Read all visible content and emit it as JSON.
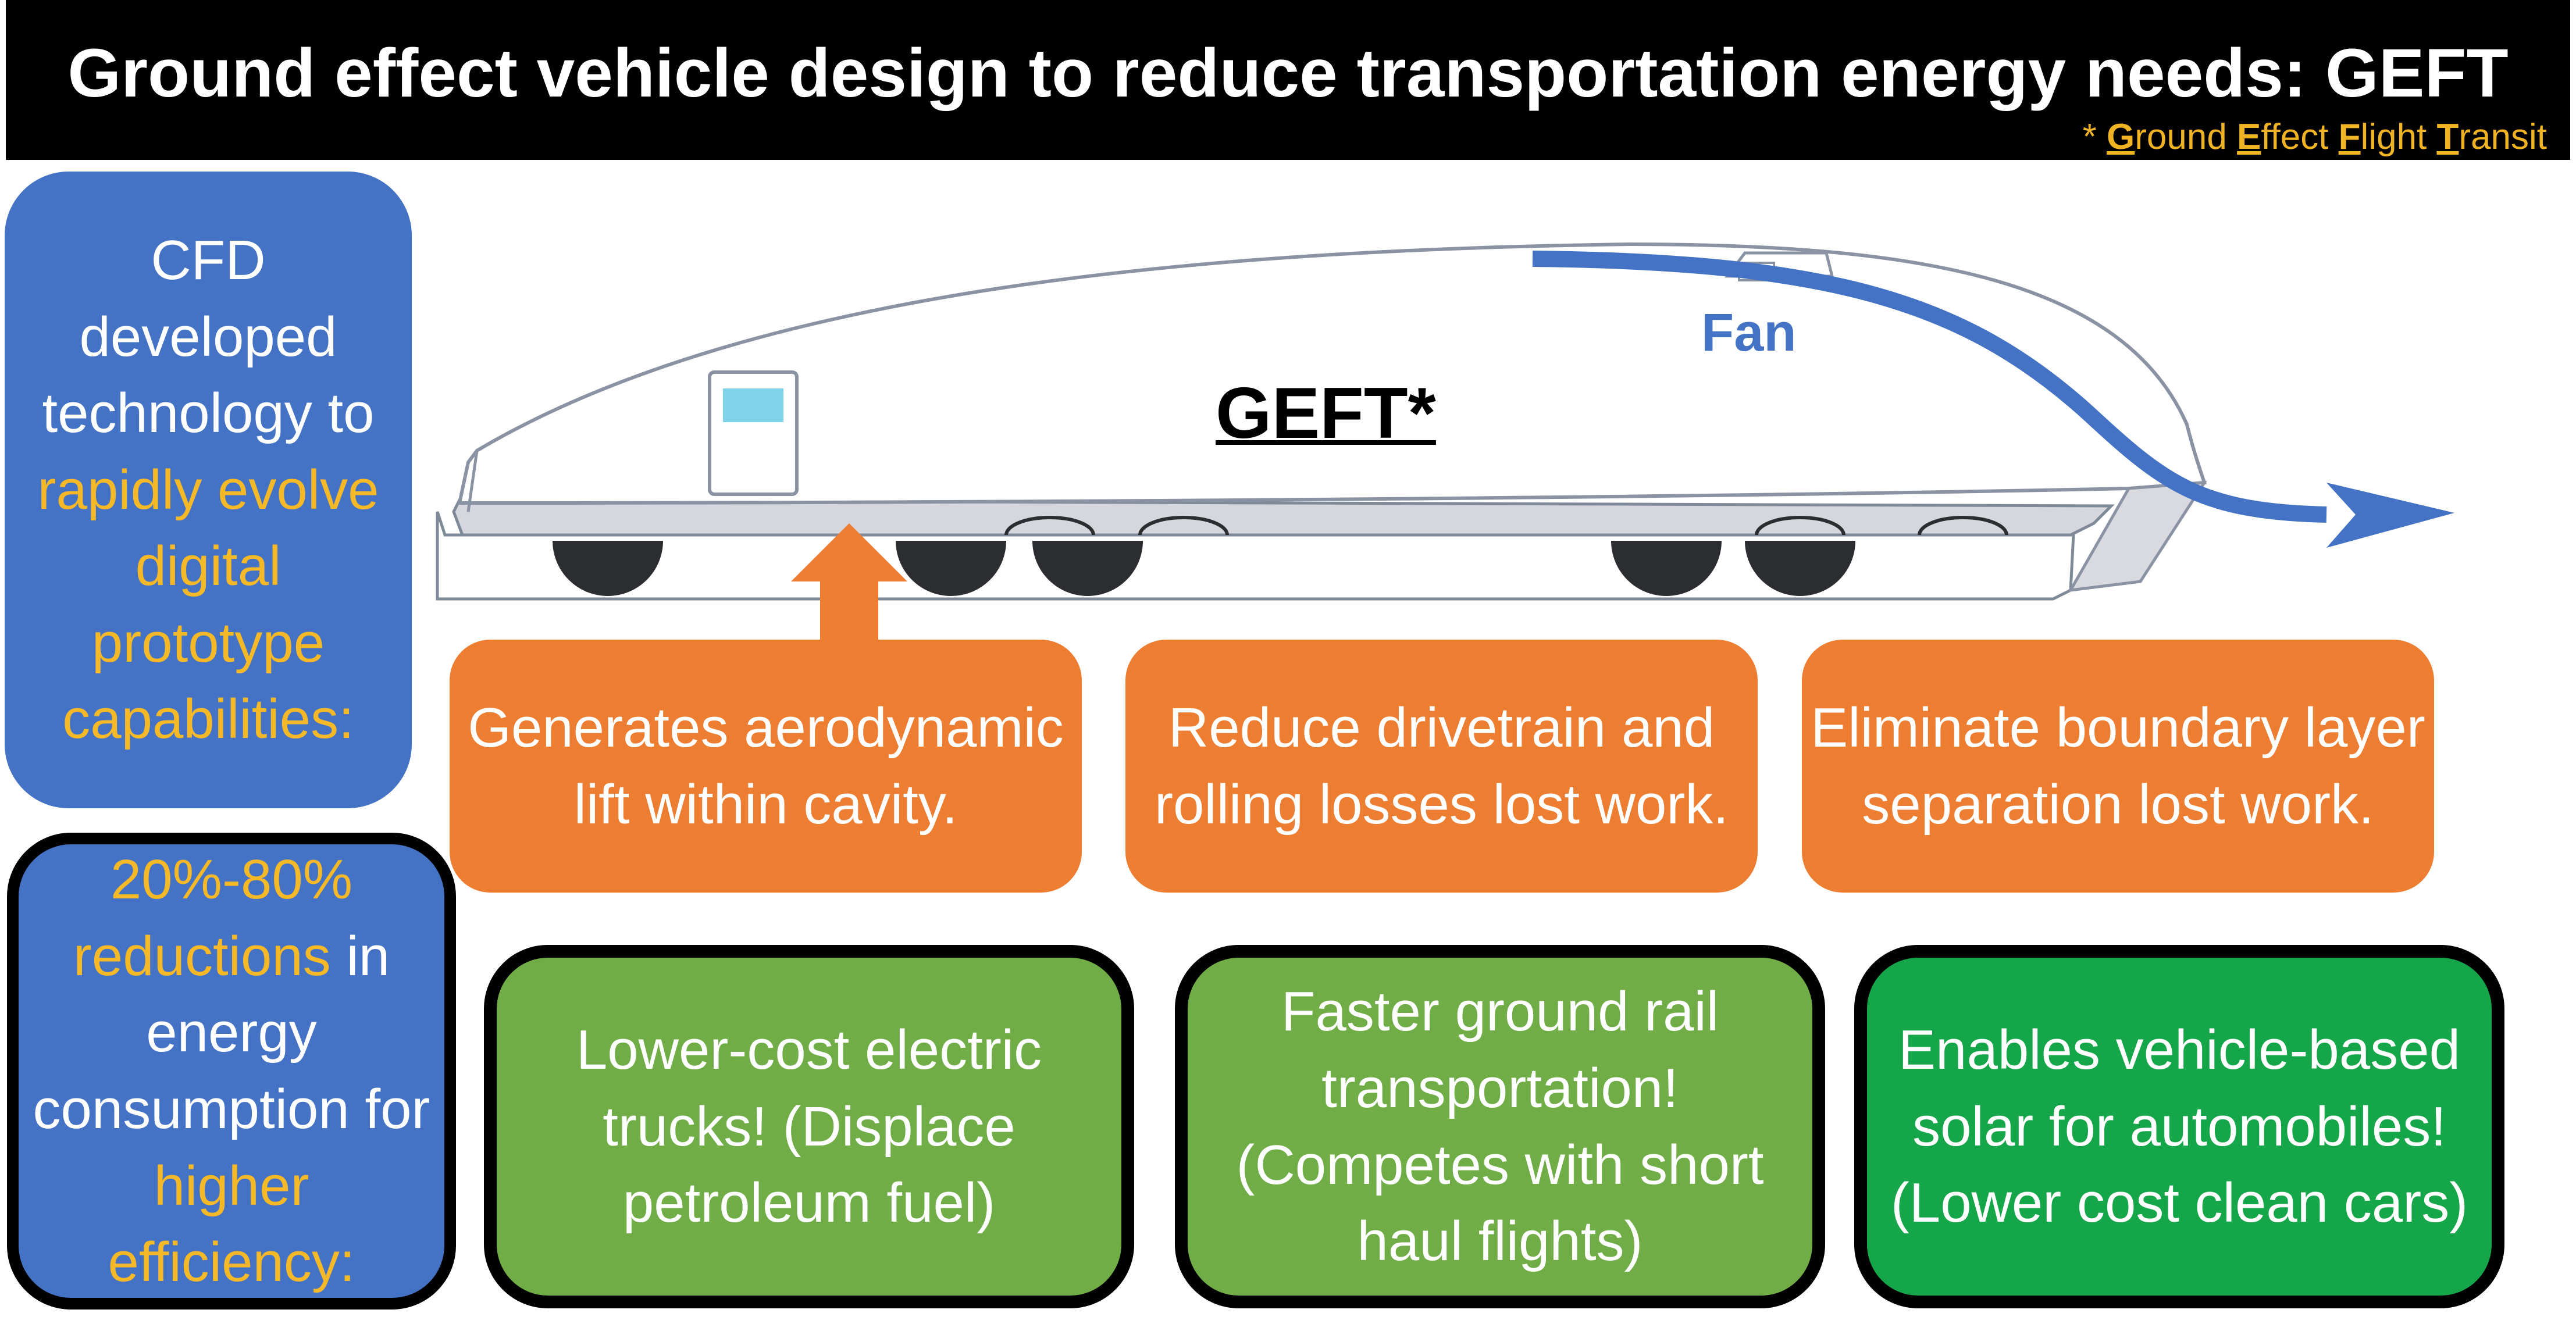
{
  "title": "Ground effect vehicle design to reduce transportation energy needs: GEFT",
  "subtitle": {
    "prefix": "* ",
    "parts": [
      {
        "first": "G",
        "rest": "round "
      },
      {
        "first": "E",
        "rest": "ffect "
      },
      {
        "first": "F",
        "rest": "light "
      },
      {
        "first": "T",
        "rest": "ransit"
      }
    ]
  },
  "left_panel": {
    "cfd": {
      "line1": "CFD developed technology to ",
      "highlight": "rapidly evolve digital prototype capabilities:"
    },
    "reduction": {
      "highlight1": "20%-80% reductions",
      "mid": " in energy consumption for ",
      "highlight2": "higher efficiency:"
    }
  },
  "diagram": {
    "vehicle_label": "GEFT*",
    "fan_label": "Fan"
  },
  "benefits": [
    "Generates aerodynamic lift within cavity.",
    "Reduce drivetrain and rolling losses lost work.",
    "Eliminate boundary layer separation lost work."
  ],
  "outcomes": [
    "Lower-cost electric trucks! (Displace petroleum fuel)",
    "Faster ground rail transportation! (Competes with short haul flights)",
    "Enables vehicle-based solar for automobiles! (Lower cost clean cars)"
  ],
  "colors": {
    "title_bg": "#000000",
    "accent_gold": "#f0b323",
    "blue": "#4472c4",
    "orange": "#ed7d31",
    "green": "#70ad47",
    "bright_green": "#16a64a"
  }
}
